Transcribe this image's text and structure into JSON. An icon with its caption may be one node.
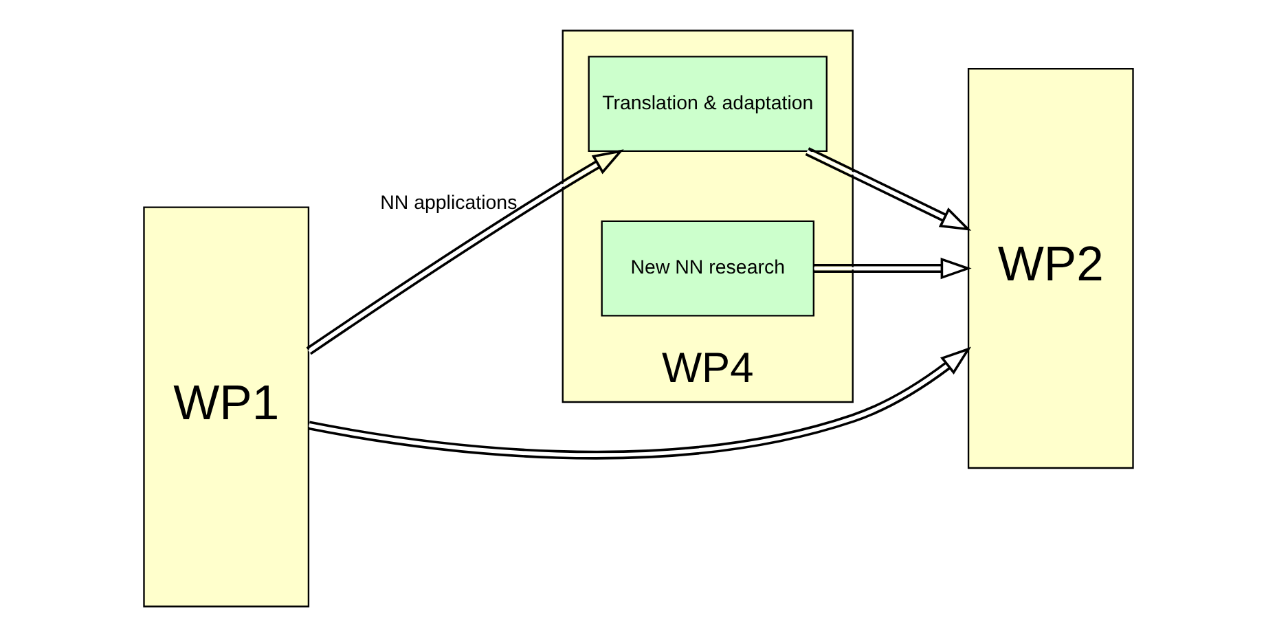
{
  "diagram": {
    "nodes": [
      {
        "text": [
          "WP1"
        ]
      },
      {
        "text": [
          "WP4"
        ]
      },
      {
        "text": [
          "Translation & adaptation"
        ],
        "in": 1
      },
      {
        "text": [
          "New NN research"
        ],
        "in": 1
      },
      {
        "text": [
          "WP2"
        ]
      }
    ],
    "edges": [
      {
        "from": 0,
        "to": 2,
        "arrow": "to",
        "label": "NN applications"
      },
      {
        "from": 2,
        "to": 4,
        "arrow": "to"
      },
      {
        "from": 3,
        "to": 4,
        "arrow": "to"
      },
      {
        "from": 0,
        "to": 4,
        "arrow": "to"
      }
    ]
  }
}
